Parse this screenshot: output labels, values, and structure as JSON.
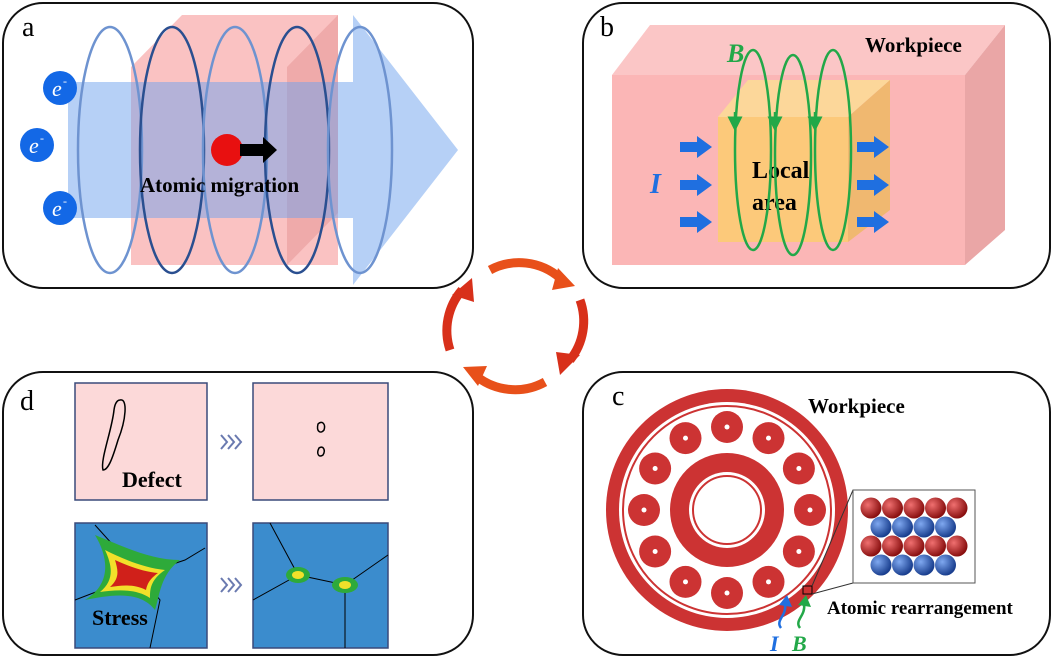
{
  "panels": {
    "a": {
      "letter": "a",
      "electron": "e",
      "electron_sup": "-",
      "caption": "Atomic migration"
    },
    "b": {
      "letter": "b",
      "workpiece": "Workpiece",
      "field": "B",
      "current": "I",
      "local_line1": "Local",
      "local_line2": "area"
    },
    "c": {
      "letter": "c",
      "workpiece": "Workpiece",
      "caption": "Atomic rearrangement",
      "current": "I",
      "field": "B"
    },
    "d": {
      "letter": "d",
      "defect": "Defect",
      "stress": "Stress"
    }
  },
  "colors": {
    "current_blue": "#1f6fe0",
    "field_green": "#22a848",
    "workpiece_red": "#cc3333",
    "cycle_orange": "#e8501a"
  }
}
